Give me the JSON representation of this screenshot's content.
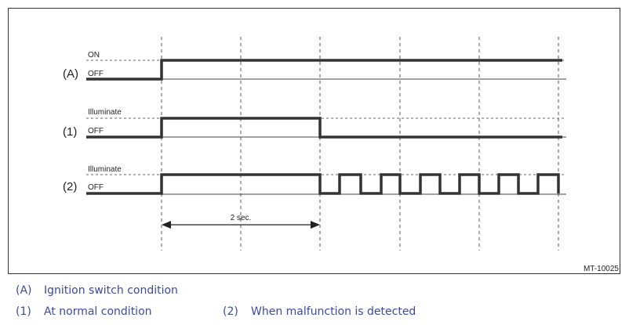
{
  "diagram": {
    "rows": [
      {
        "id": "(A)",
        "upper_label": "ON",
        "lower_label": "OFF"
      },
      {
        "id": "(1)",
        "upper_label": "Illuminate",
        "lower_label": "OFF"
      },
      {
        "id": "(2)",
        "upper_label": "Illuminate",
        "lower_label": "OFF"
      }
    ],
    "interval_label": "2 sec.",
    "code": "MT-10025"
  },
  "legend": [
    {
      "key": "(A)",
      "text": "Ignition switch condition"
    },
    {
      "key": "(1)",
      "text": "At normal condition"
    },
    {
      "key": "(2)",
      "text": "When malfunction is detected"
    }
  ],
  "colors": {
    "frame": "#333333",
    "signal": "#333333",
    "legend_text": "#3b4aa0"
  }
}
